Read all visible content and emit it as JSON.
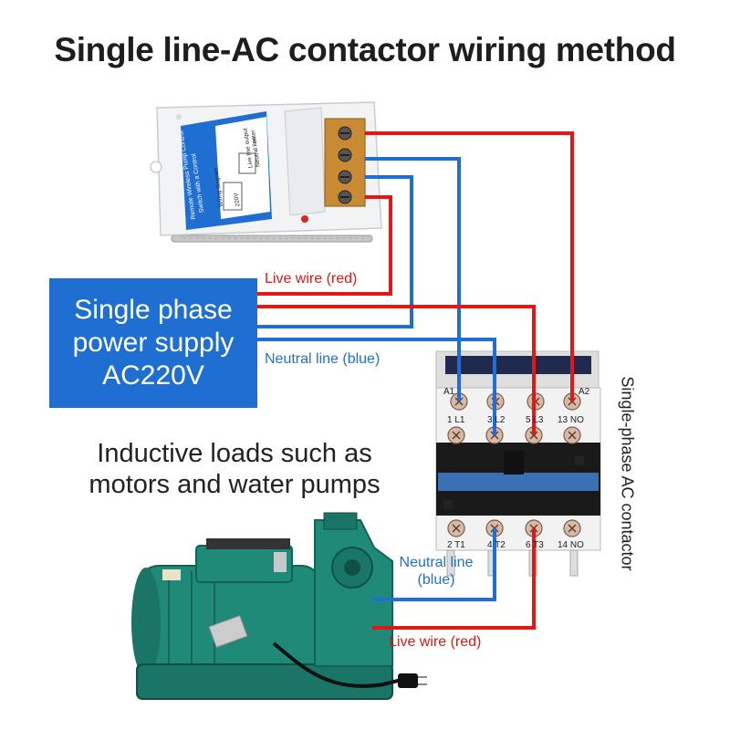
{
  "title": "Single line-AC contactor wiring method",
  "power_supply": {
    "line1": "Single phase",
    "line2": "power supply",
    "line3": "AC220V"
  },
  "labels": {
    "live_top": "Live wire (red)",
    "neutral_top": "Neutral line (blue)",
    "neutral_bottom_1": "Neutral line",
    "neutral_bottom_2": "(blue)",
    "live_bottom": "Live wire (red)",
    "contactor": "Single-phase AC contactor",
    "load_line1": "Inductive loads such as",
    "load_line2": "motors and water pumps"
  },
  "module_text": {
    "line1": "Remote Wireless Pump Control",
    "line2": "Switch with a Control",
    "diagram": "Wiring diagram",
    "voltage": "220V",
    "live": "Live line",
    "neutral": "Neutral line",
    "enter": "enter",
    "output": "output"
  },
  "terminals_top": {
    "a1": "A1",
    "a2": "A2",
    "t1": "1 L1",
    "t2": "3 L2",
    "t3": "5 L3",
    "t4": "13 NO"
  },
  "terminals_bottom": {
    "t1": "2 T1",
    "t2": "4 T2",
    "t3": "6 T3",
    "t4": "14 NO"
  },
  "colors": {
    "live": "#e01818",
    "neutral": "#1f6fd2",
    "power_box": "#1f6fd2",
    "pump": "#1f8a78"
  }
}
